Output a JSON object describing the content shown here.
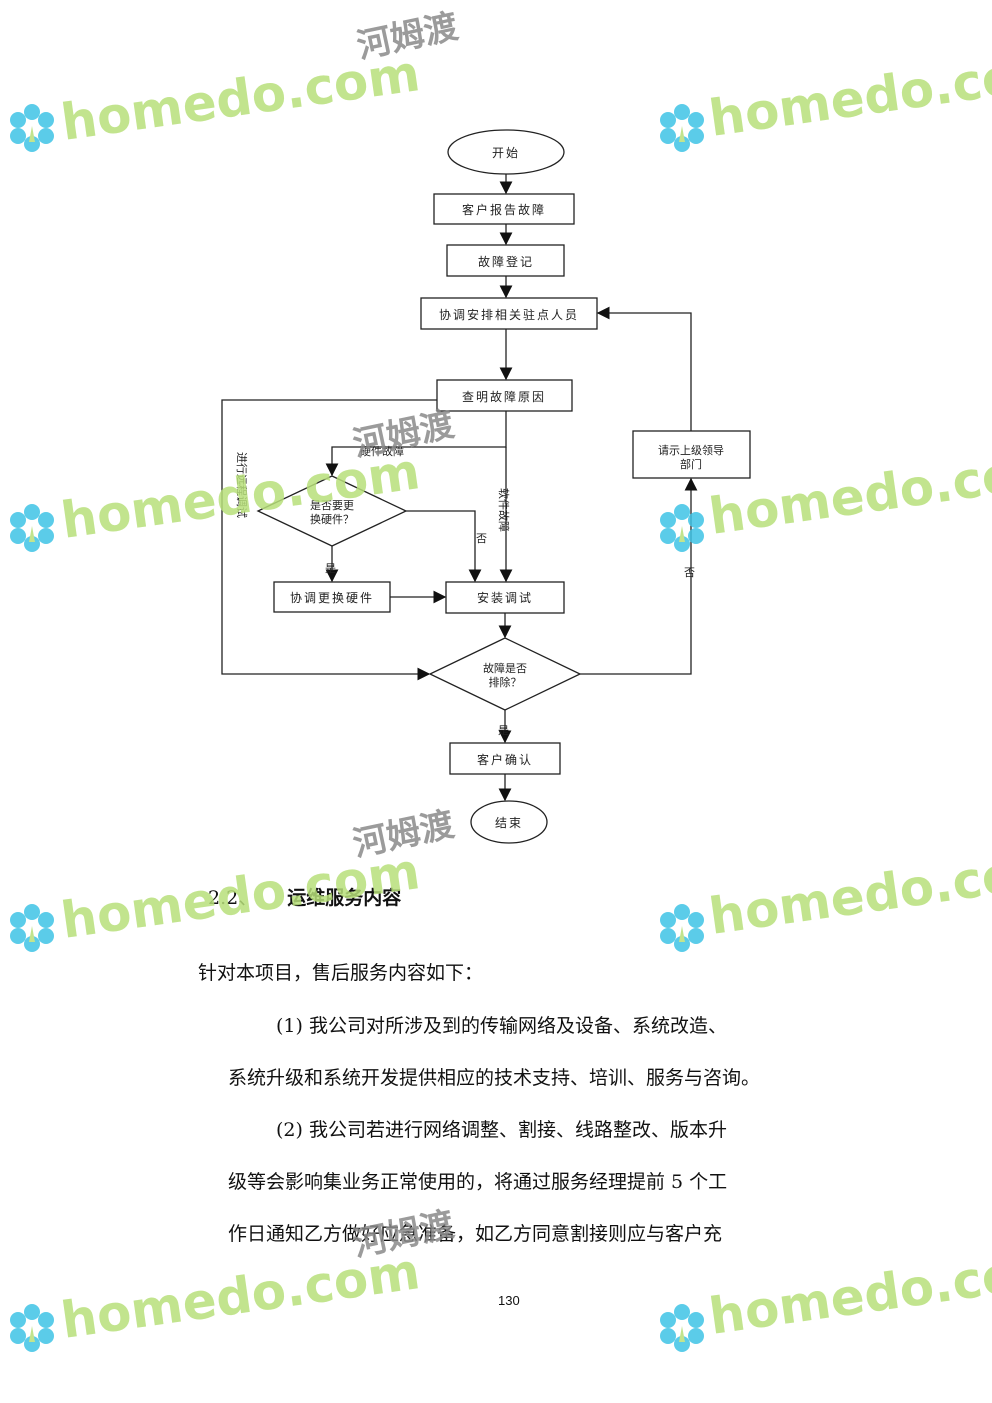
{
  "flowchart": {
    "start": "开始",
    "report": "客户报告故障",
    "register": "故障登记",
    "coordinate_staff": "协调安排相关驻点人员",
    "find_cause": "查明故障原因",
    "escalate": "请示上级领导部门",
    "hardware_fault": "硬件故障",
    "need_replace": "是否要更换硬件？",
    "software_fault": "软件故障",
    "replace_hw": "协调更换硬件",
    "install_debug": "安装调试",
    "resolved": "故障是否排除？",
    "confirm": "客户确认",
    "end": "结束",
    "left_label": "进行远程调试",
    "yes": "是",
    "no": "否"
  },
  "section": {
    "number": "2.2、",
    "title": "运维服务内容"
  },
  "paragraphs": [
    "针对本项目，售后服务内容如下：",
    "(1)  我公司对所涉及到的传输网络及设备、系统改造、",
    "系统升级和系统开发提供相应的技术支持、培训、服务与咨询。",
    "(2)  我公司若进行网络调整、割接、线路整改、版本升",
    "级等会影响集业务正常使用的，将通过服务经理提前 5 个工",
    "作日通知乙方做好应急准备，如乙方同意割接则应与客户充"
  ],
  "page_number": "130",
  "watermark": {
    "brand": "homedo.com",
    "cn": "河姆渡",
    "petal_color": "#3ec3e6",
    "text_color": "#b8e07a"
  }
}
